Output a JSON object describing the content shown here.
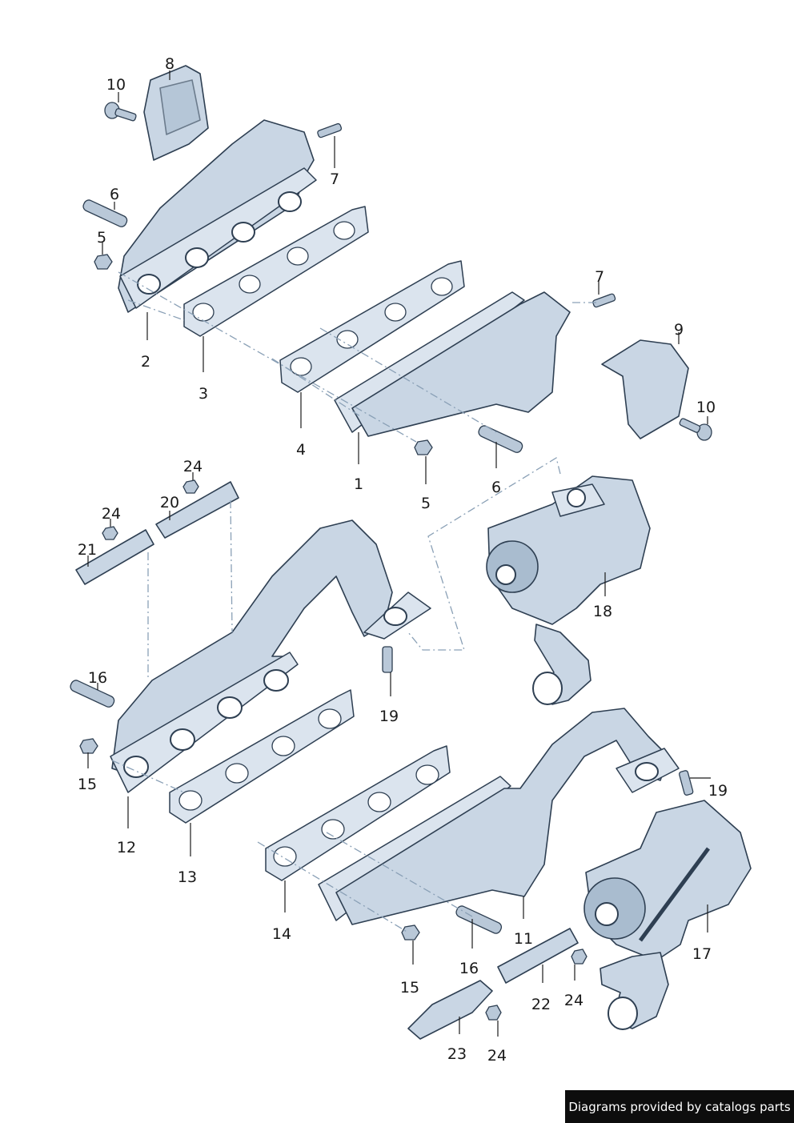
{
  "callouts": {
    "c1": "1",
    "c2": "2",
    "c3": "3",
    "c4": "4",
    "c5a": "5",
    "c5b": "5",
    "c6a": "6",
    "c6b": "6",
    "c7a": "7",
    "c7b": "7",
    "c8": "8",
    "c9": "9",
    "c10a": "10",
    "c10b": "10",
    "c11": "11",
    "c12": "12",
    "c13": "13",
    "c14": "14",
    "c15a": "15",
    "c15b": "15",
    "c16a": "16",
    "c16b": "16",
    "c17": "17",
    "c18": "18",
    "c19a": "19",
    "c19b": "19",
    "c20": "20",
    "c21": "21",
    "c22": "22",
    "c23": "23",
    "c24a": "24",
    "c24b": "24",
    "c24c": "24",
    "c24d": "24"
  },
  "footer": {
    "text": "Diagrams provided by catalogs parts"
  }
}
